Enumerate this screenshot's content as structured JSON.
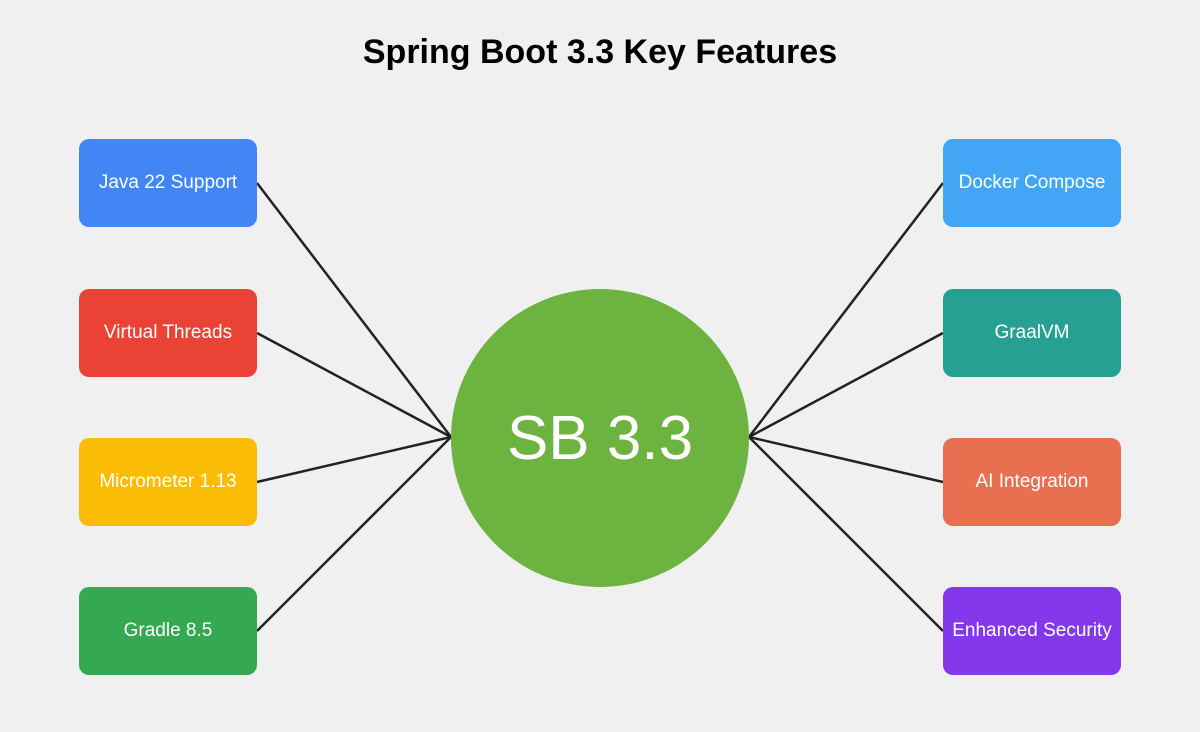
{
  "title": "Spring Boot 3.3 Key Features",
  "hub": {
    "label": "SB 3.3",
    "color": "#6db33f"
  },
  "connector_color": "#222222",
  "left_features": [
    {
      "label": "Java 22 Support",
      "color": "#4285f4"
    },
    {
      "label": "Virtual Threads",
      "color": "#ea4335"
    },
    {
      "label": "Micrometer 1.13",
      "color": "#fbbc05"
    },
    {
      "label": "Gradle 8.5",
      "color": "#34a853"
    }
  ],
  "right_features": [
    {
      "label": "Docker Compose",
      "color": "#42a5f5"
    },
    {
      "label": "GraalVM",
      "color": "#26a093"
    },
    {
      "label": "AI Integration",
      "color": "#e86f50"
    },
    {
      "label": "Enhanced Security",
      "color": "#8338ec"
    }
  ]
}
